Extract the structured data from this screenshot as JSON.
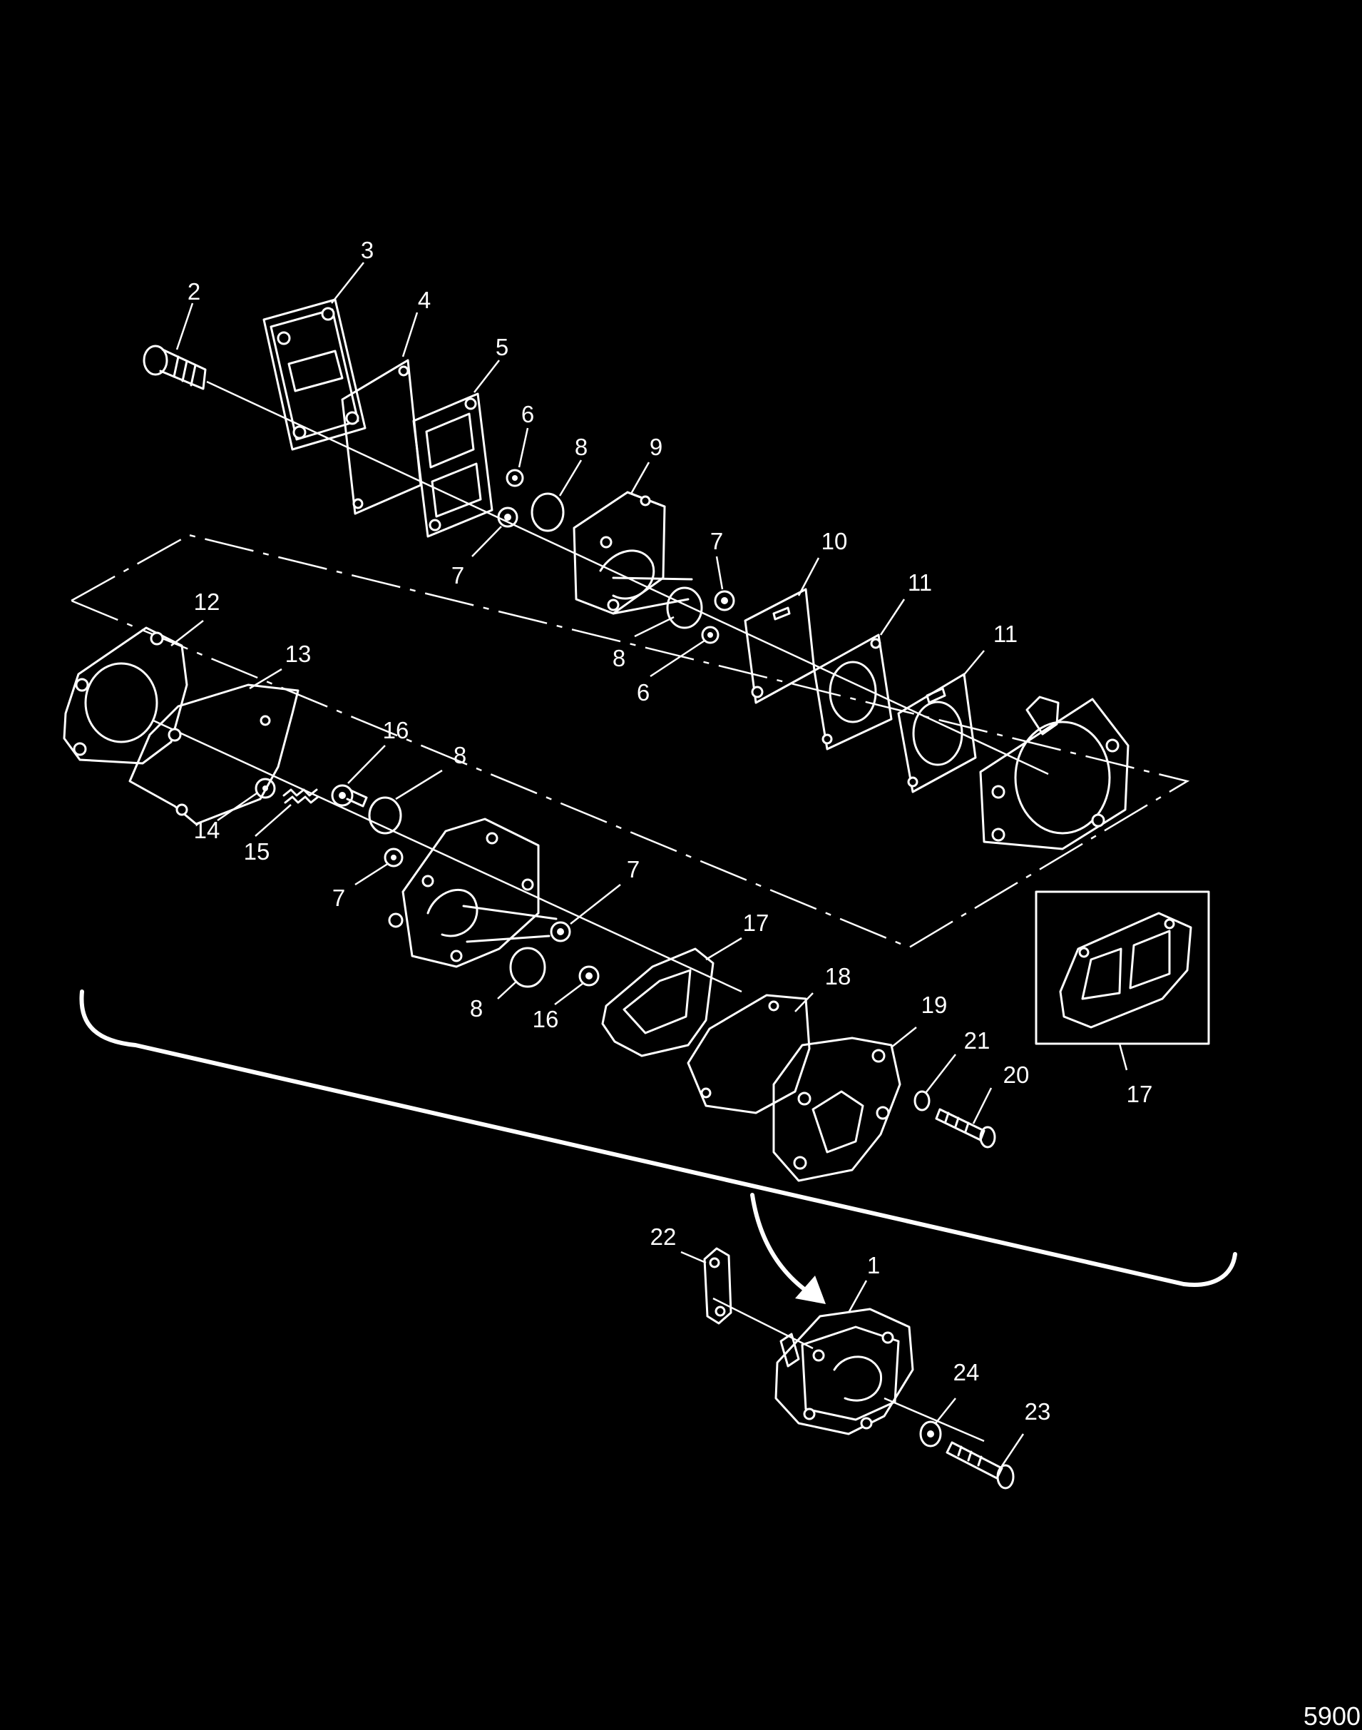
{
  "diagram": {
    "reference_number": "5900",
    "callouts": {
      "c1": "1",
      "c2": "2",
      "c3": "3",
      "c4": "4",
      "c5": "5",
      "c6a": "6",
      "c6b": "6",
      "c7a": "7",
      "c7b": "7",
      "c7c": "7",
      "c7d": "7",
      "c8a": "8",
      "c8b": "8",
      "c8c": "8",
      "c8d": "8",
      "c9": "9",
      "c10": "10",
      "c11a": "11",
      "c11b": "11",
      "c12": "12",
      "c13": "13",
      "c14": "14",
      "c15": "15",
      "c16a": "16",
      "c16b": "16",
      "c17a": "17",
      "c17b": "17",
      "c18": "18",
      "c19": "19",
      "c20": "20",
      "c21": "21",
      "c22": "22",
      "c23": "23",
      "c24": "24"
    }
  }
}
